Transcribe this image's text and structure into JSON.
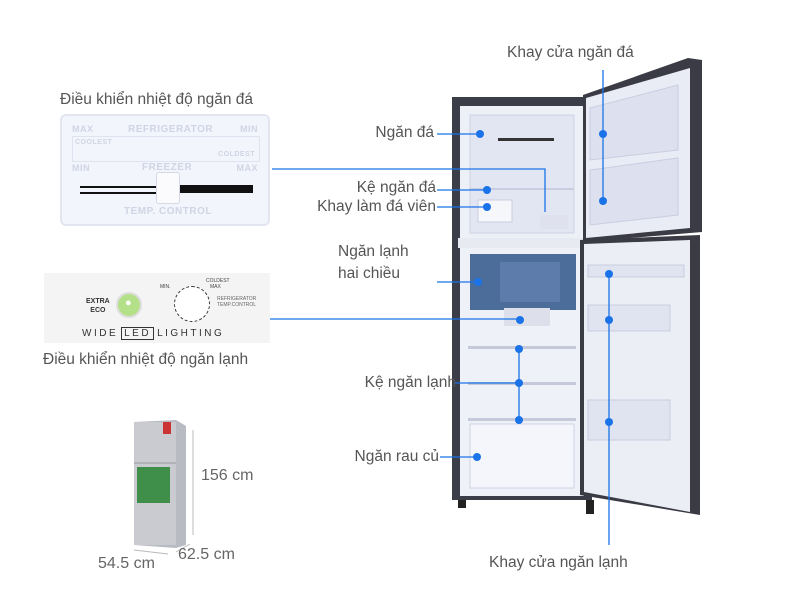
{
  "labels": {
    "freezer_door_tray": "Khay cửa ngăn đá",
    "freezer_control": "Điều khiển nhiệt độ ngăn đá",
    "freezer_compartment": "Ngăn đá",
    "freezer_shelf": "Kệ ngăn đá",
    "ice_tray": "Khay làm đá viên",
    "two_way_compartment_line1": "Ngăn lạnh",
    "two_way_compartment_line2": "hai chiều",
    "fridge_control": "Điều khiển nhiệt độ ngăn lạnh",
    "fridge_shelf": "Kệ ngăn lạnh",
    "vegetable_drawer": "Ngăn rau củ",
    "fridge_door_tray": "Khay cửa ngăn lạnh"
  },
  "freezer_panel": {
    "max_left": "MAX",
    "title_top": "REFRIGERATOR",
    "min_right": "MIN",
    "coolest": "COOLEST",
    "coldest": "COLDEST",
    "min_left": "MIN",
    "title_mid": "FREEZER",
    "max_right": "MAX",
    "bottom": "TEMP. CONTROL"
  },
  "fridge_panel": {
    "eco_line1": "EXTRA",
    "eco_line2": "ECO",
    "min": "MIN.",
    "coldest": "COLDEST",
    "max": "MAX",
    "desc_line1": "REFRIGERATOR",
    "desc_line2": "TEMP.CONTROL",
    "wide": "WIDE",
    "led": "LED",
    "lighting": "LIGHTING"
  },
  "dimensions": {
    "height": "156 cm",
    "width": "54.5 cm",
    "depth": "62.5 cm"
  },
  "colors": {
    "accent": "#1a73e8",
    "label_text": "#555555",
    "eco_green": "#b5e08a"
  }
}
